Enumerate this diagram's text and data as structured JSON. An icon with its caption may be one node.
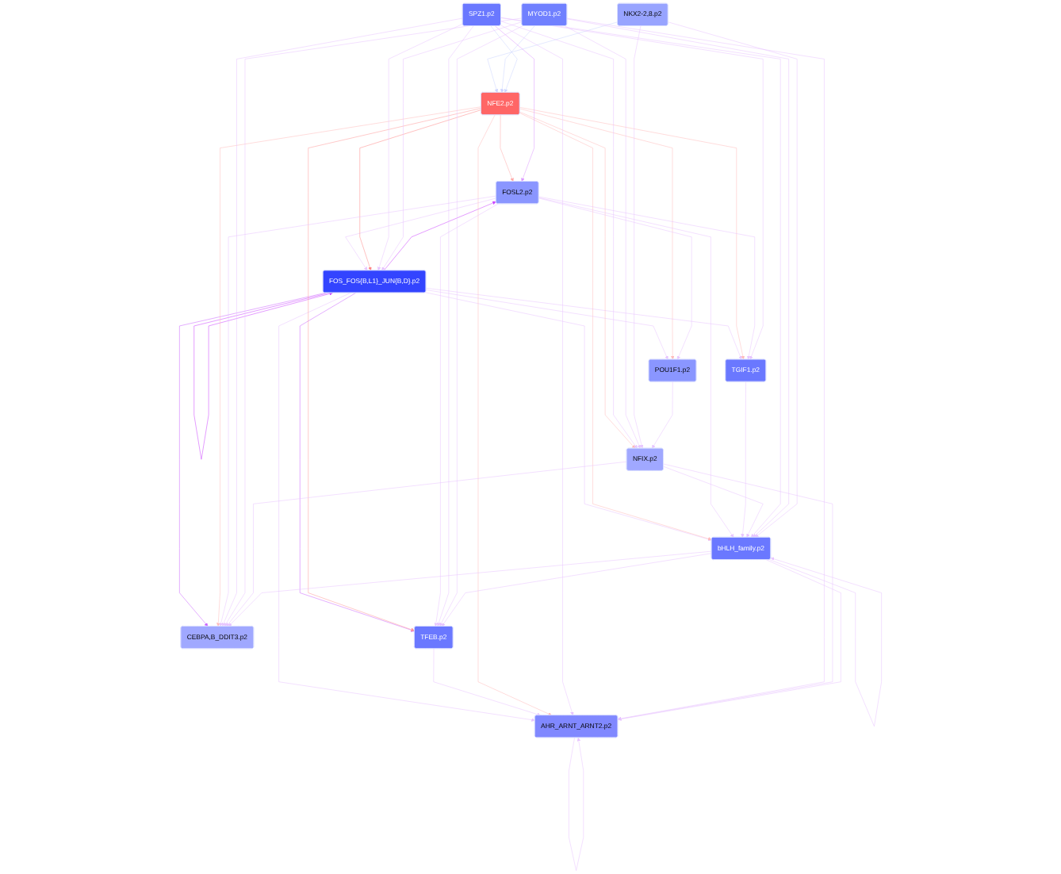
{
  "diagram": {
    "nodes": [
      {
        "text": [
          "CEBPA,B_DDIT3.p2"
        ]
      },
      {
        "text": [
          "TFEB.p2"
        ]
      },
      {
        "text": [
          "POU1F1.p2"
        ]
      },
      {
        "text": [
          "AHR_ARNT_ARNT2.p2"
        ]
      },
      {
        "text": [
          "FOSL2.p2"
        ]
      },
      {
        "text": [
          "FOS_FOS{B,L1}_JUN{B,D}.p2"
        ]
      },
      {
        "text": [
          "NFE2.p2"
        ]
      },
      {
        "text": [
          "TGIF1.p2"
        ]
      },
      {
        "text": [
          "NKX2-2,8.p2"
        ]
      },
      {
        "text": [
          "bHLH_family.p2"
        ]
      },
      {
        "text": [
          "MYOD1.p2"
        ]
      },
      {
        "text": [
          "NFIX.p2"
        ]
      },
      {
        "text": [
          "SPZ1.p2"
        ]
      }
    ],
    "edges": [
      {
        "from": 5,
        "to": 4,
        "arrow": "to",
        "color": "#cc44ff"
      },
      {
        "from": 4,
        "to": 5,
        "arrow": "to"
      },
      {
        "from": 5,
        "to": 5,
        "arrow": "to",
        "color": "#cc44ff"
      },
      {
        "from": 5,
        "to": 0,
        "arrow": "to",
        "color": "#cc66ff"
      },
      {
        "from": 5,
        "to": 1,
        "arrow": "to",
        "color": "#cc66ff"
      },
      {
        "from": 5,
        "to": 3,
        "arrow": "to"
      },
      {
        "from": 5,
        "to": 2,
        "arrow": "to"
      },
      {
        "from": 5,
        "to": 9,
        "arrow": "to"
      },
      {
        "from": 5,
        "to": 7,
        "arrow": "to"
      },
      {
        "from": 3,
        "to": 3,
        "arrow": "to"
      },
      {
        "from": 1,
        "to": 3,
        "arrow": "to"
      },
      {
        "from": 6,
        "to": 4,
        "arrow": "to",
        "color": "#ffaaaa"
      },
      {
        "from": 6,
        "to": 5,
        "arrow": "to",
        "color": "#ff8888"
      },
      {
        "from": 6,
        "to": 1,
        "arrow": "to",
        "color": "#ff9999"
      },
      {
        "from": 6,
        "to": 2,
        "arrow": "to",
        "color": "#ffbbbb"
      },
      {
        "from": 6,
        "to": 0,
        "arrow": "to",
        "color": "#ffbbbb"
      },
      {
        "from": 6,
        "to": 3,
        "arrow": "to",
        "color": "#ffbbbb"
      },
      {
        "from": 6,
        "to": 7,
        "arrow": "to",
        "color": "#ffbbbb"
      },
      {
        "from": 6,
        "to": 9,
        "arrow": "to",
        "color": "#ffbbbb"
      },
      {
        "from": 6,
        "to": 11,
        "arrow": "to",
        "color": "#ffbbbb"
      },
      {
        "from": 8,
        "to": 6,
        "arrow": "to",
        "color": "#ccd4ff"
      },
      {
        "from": 10,
        "to": 6,
        "arrow": "to",
        "color": "#ccd4ff"
      },
      {
        "from": 12,
        "to": 6,
        "arrow": "to",
        "color": "#ccd4ff"
      },
      {
        "from": 4,
        "to": 2,
        "arrow": "to"
      },
      {
        "from": 4,
        "to": 7,
        "arrow": "to"
      },
      {
        "from": 4,
        "to": 0,
        "arrow": "to"
      },
      {
        "from": 4,
        "to": 1,
        "arrow": "to"
      },
      {
        "from": 4,
        "to": 9,
        "arrow": "to"
      },
      {
        "from": 12,
        "to": 4,
        "arrow": "to",
        "color": "#dd99ff"
      },
      {
        "from": 7,
        "to": 9,
        "arrow": "to"
      },
      {
        "from": 9,
        "to": 9,
        "arrow": "to"
      },
      {
        "from": 11,
        "to": 9,
        "arrow": "to"
      },
      {
        "from": 12,
        "to": 11,
        "arrow": "to"
      },
      {
        "from": 12,
        "to": 9,
        "arrow": "to"
      },
      {
        "from": 12,
        "to": 7,
        "arrow": "to"
      },
      {
        "from": 12,
        "to": 5,
        "arrow": "to"
      },
      {
        "from": 12,
        "to": 1,
        "arrow": "to"
      },
      {
        "from": 12,
        "to": 0,
        "arrow": "to"
      },
      {
        "from": 12,
        "to": 3,
        "arrow": "to"
      },
      {
        "from": 10,
        "to": 9,
        "arrow": "to"
      },
      {
        "from": 10,
        "to": 11,
        "arrow": "to"
      },
      {
        "from": 10,
        "to": 5,
        "arrow": "to"
      },
      {
        "from": 10,
        "to": 3,
        "arrow": "to"
      },
      {
        "from": 10,
        "to": 1,
        "arrow": "to"
      },
      {
        "from": 10,
        "to": 0,
        "arrow": "to"
      },
      {
        "from": 8,
        "to": 9,
        "arrow": "to"
      },
      {
        "from": 8,
        "to": 11,
        "arrow": "to"
      },
      {
        "from": 11,
        "to": 0,
        "arrow": "to"
      },
      {
        "from": 11,
        "to": 3,
        "arrow": "to"
      },
      {
        "from": 9,
        "to": 0,
        "arrow": "to"
      },
      {
        "from": 9,
        "to": 3,
        "arrow": "to"
      },
      {
        "from": 9,
        "to": 1,
        "arrow": "to"
      },
      {
        "from": 2,
        "to": 11,
        "arrow": "to"
      }
    ]
  }
}
